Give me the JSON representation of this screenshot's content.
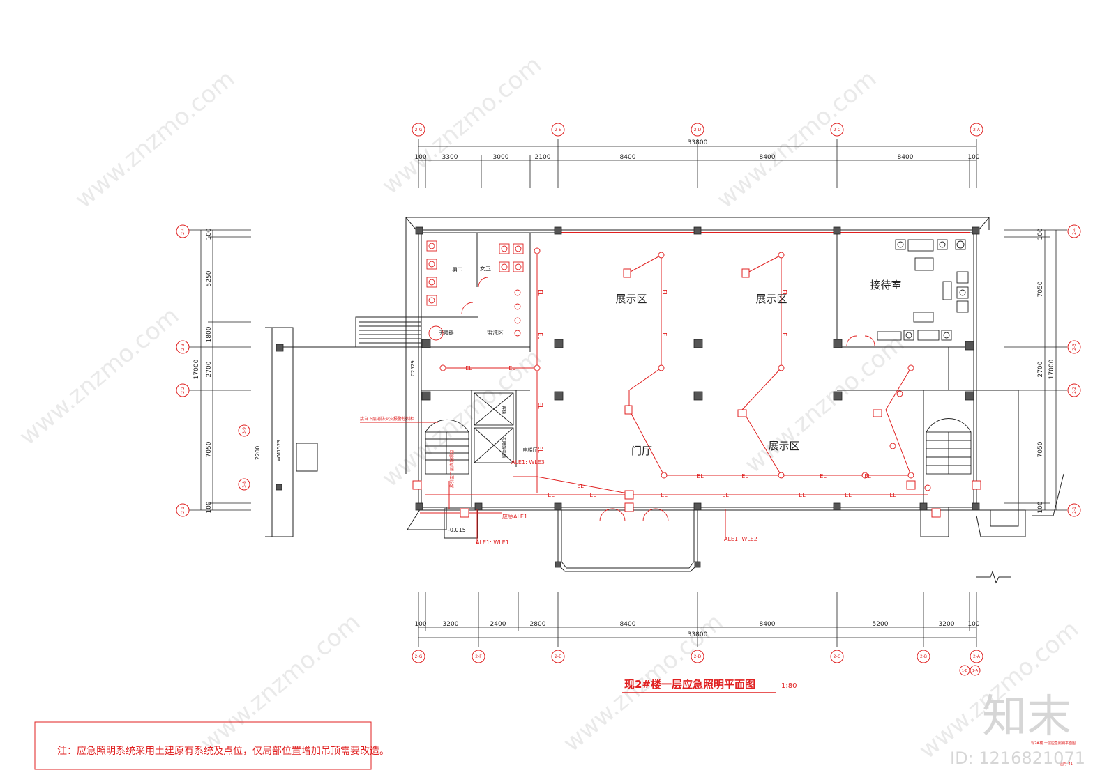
{
  "drawing": {
    "title": "现2#楼一层应急照明平面图",
    "scale": "1:80",
    "note": "注：应急照明系统采用土建原有系统及点位，仅局部位置增加吊顶需要改造。",
    "stamp_line1": "现2#楼 一层应急照明平面图",
    "stamp_line2": "图号 41"
  },
  "watermark": {
    "site": "www.znzmo.com",
    "brand": "知末",
    "id": "ID: 1216821071"
  },
  "grid": {
    "top_axes": [
      "2-G",
      "2-E",
      "2-D",
      "2-C",
      "2-A"
    ],
    "bottom_axes": [
      "2-G",
      "2-F",
      "2-E",
      "2-D",
      "2-C",
      "2-B",
      "2-A"
    ],
    "left_axes": [
      "2-4",
      "2-3",
      "2-2",
      "2-1"
    ],
    "right_axes": [
      "2-4",
      "2-3",
      "2-2",
      "2-1"
    ],
    "aux_axes": [
      "3-9",
      "3-8"
    ],
    "aux_bottom": [
      "1-B",
      "1-A"
    ]
  },
  "dims": {
    "top_total": "33800",
    "top": [
      "100",
      "3300",
      "3000",
      "2100",
      "8400",
      "8400",
      "8400",
      "100"
    ],
    "bottom_total": "33800",
    "bottom": [
      "100",
      "3200",
      "2400",
      "2800",
      "8400",
      "8400",
      "5200",
      "3200",
      "100"
    ],
    "left_total": "17000",
    "left": [
      "100",
      "5250",
      "1800",
      "2700",
      "7050",
      "100"
    ],
    "right_total": "17000",
    "right": [
      "100",
      "7050",
      "2700",
      "7050",
      "100"
    ],
    "aux_left": [
      "2200"
    ]
  },
  "rooms": {
    "exhibit_1": "展示区",
    "exhibit_2": "展示区",
    "exhibit_3": "展示区",
    "lobby": "门厅",
    "reception": "接待室",
    "mens_wc": "男卫",
    "womens_wc": "女卫",
    "accessible_wc": "无障碍",
    "wash": "盥洗区",
    "elevator_hall": "电梯厅",
    "elevator_1": "客梯",
    "elevator_2": "无障碍电梯"
  },
  "labels": {
    "circuit_1": "ALE1: WLE1",
    "circuit_2": "ALE1: WLE2",
    "circuit_3": "ALE1: WLE3",
    "panel": "应急ALE1",
    "level": "-0.015",
    "column_tag": "C2529",
    "door_tag": "WM1523",
    "feed_note": "接自下层消防火灾报警控制柜",
    "stair_note": "接引至二层应急照明",
    "el": "EL"
  }
}
